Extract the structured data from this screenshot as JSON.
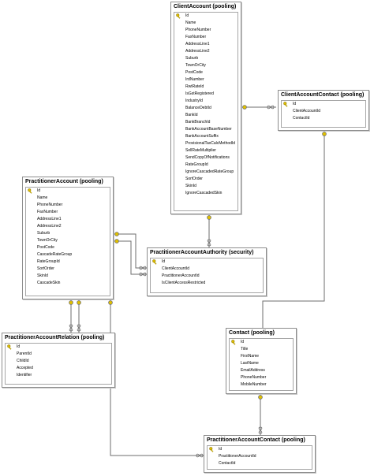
{
  "colors": {
    "border": "#8d8d8d",
    "line": "#6e6e6e",
    "key": "#e0c000"
  },
  "tables": {
    "client_account": {
      "title": "ClientAccount (pooling)",
      "columns": [
        "Id",
        "Name",
        "PhoneNumber",
        "FaxNumber",
        "AddressLine1",
        "AddressLine2",
        "Suburb",
        "TownOrCity",
        "PostCode",
        "IrdNumber",
        "RwtRateId",
        "IsGstRegistered",
        "IndustryId",
        "BalanceDebtId",
        "BankId",
        "BankBranchId",
        "BankAccountBaseNumber",
        "BankAccountSuffix",
        "ProvisionalTaxCalcMethodId",
        "SellRateMultiplier",
        "SendCopyOfNotifications",
        "RateGroupId",
        "IgnoreCascadedRateGroup",
        "SortOrder",
        "SkinId",
        "IgnoreCascadedSkin"
      ]
    },
    "client_account_contact": {
      "title": "ClientAccountContact (pooling)",
      "columns": [
        "Id",
        "ClientAccountId",
        "ContactId"
      ]
    },
    "practitioner_account": {
      "title": "PractitionerAccount (pooling)",
      "columns": [
        "Id",
        "Name",
        "PhoneNumber",
        "FaxNumber",
        "AddressLine1",
        "AddressLine2",
        "Suburb",
        "TownOrCity",
        "PostCode",
        "CascadeRateGroup",
        "RateGroupId",
        "SortOrder",
        "SkinId",
        "CascadeSkin"
      ]
    },
    "practitioner_account_authority": {
      "title": "PractitionerAccountAuthority (security)",
      "columns": [
        "Id",
        "ClientAccountId",
        "PractitionerAccountId",
        "IsClientAccessRestricted"
      ]
    },
    "practitioner_account_relation": {
      "title": "PractitionerAccountRelation (pooling)",
      "columns": [
        "Id",
        "ParentId",
        "ChildId",
        "Accepted",
        "Identifier"
      ]
    },
    "contact": {
      "title": "Contact (pooling)",
      "columns": [
        "Id",
        "Title",
        "FirstName",
        "LastName",
        "EmailAddress",
        "PhoneNumber",
        "MobileNumber"
      ]
    },
    "practitioner_account_contact": {
      "title": "PractitionerAccountContact (pooling)",
      "columns": [
        "Id",
        "PractitionerAccountId",
        "ContactId"
      ]
    }
  }
}
